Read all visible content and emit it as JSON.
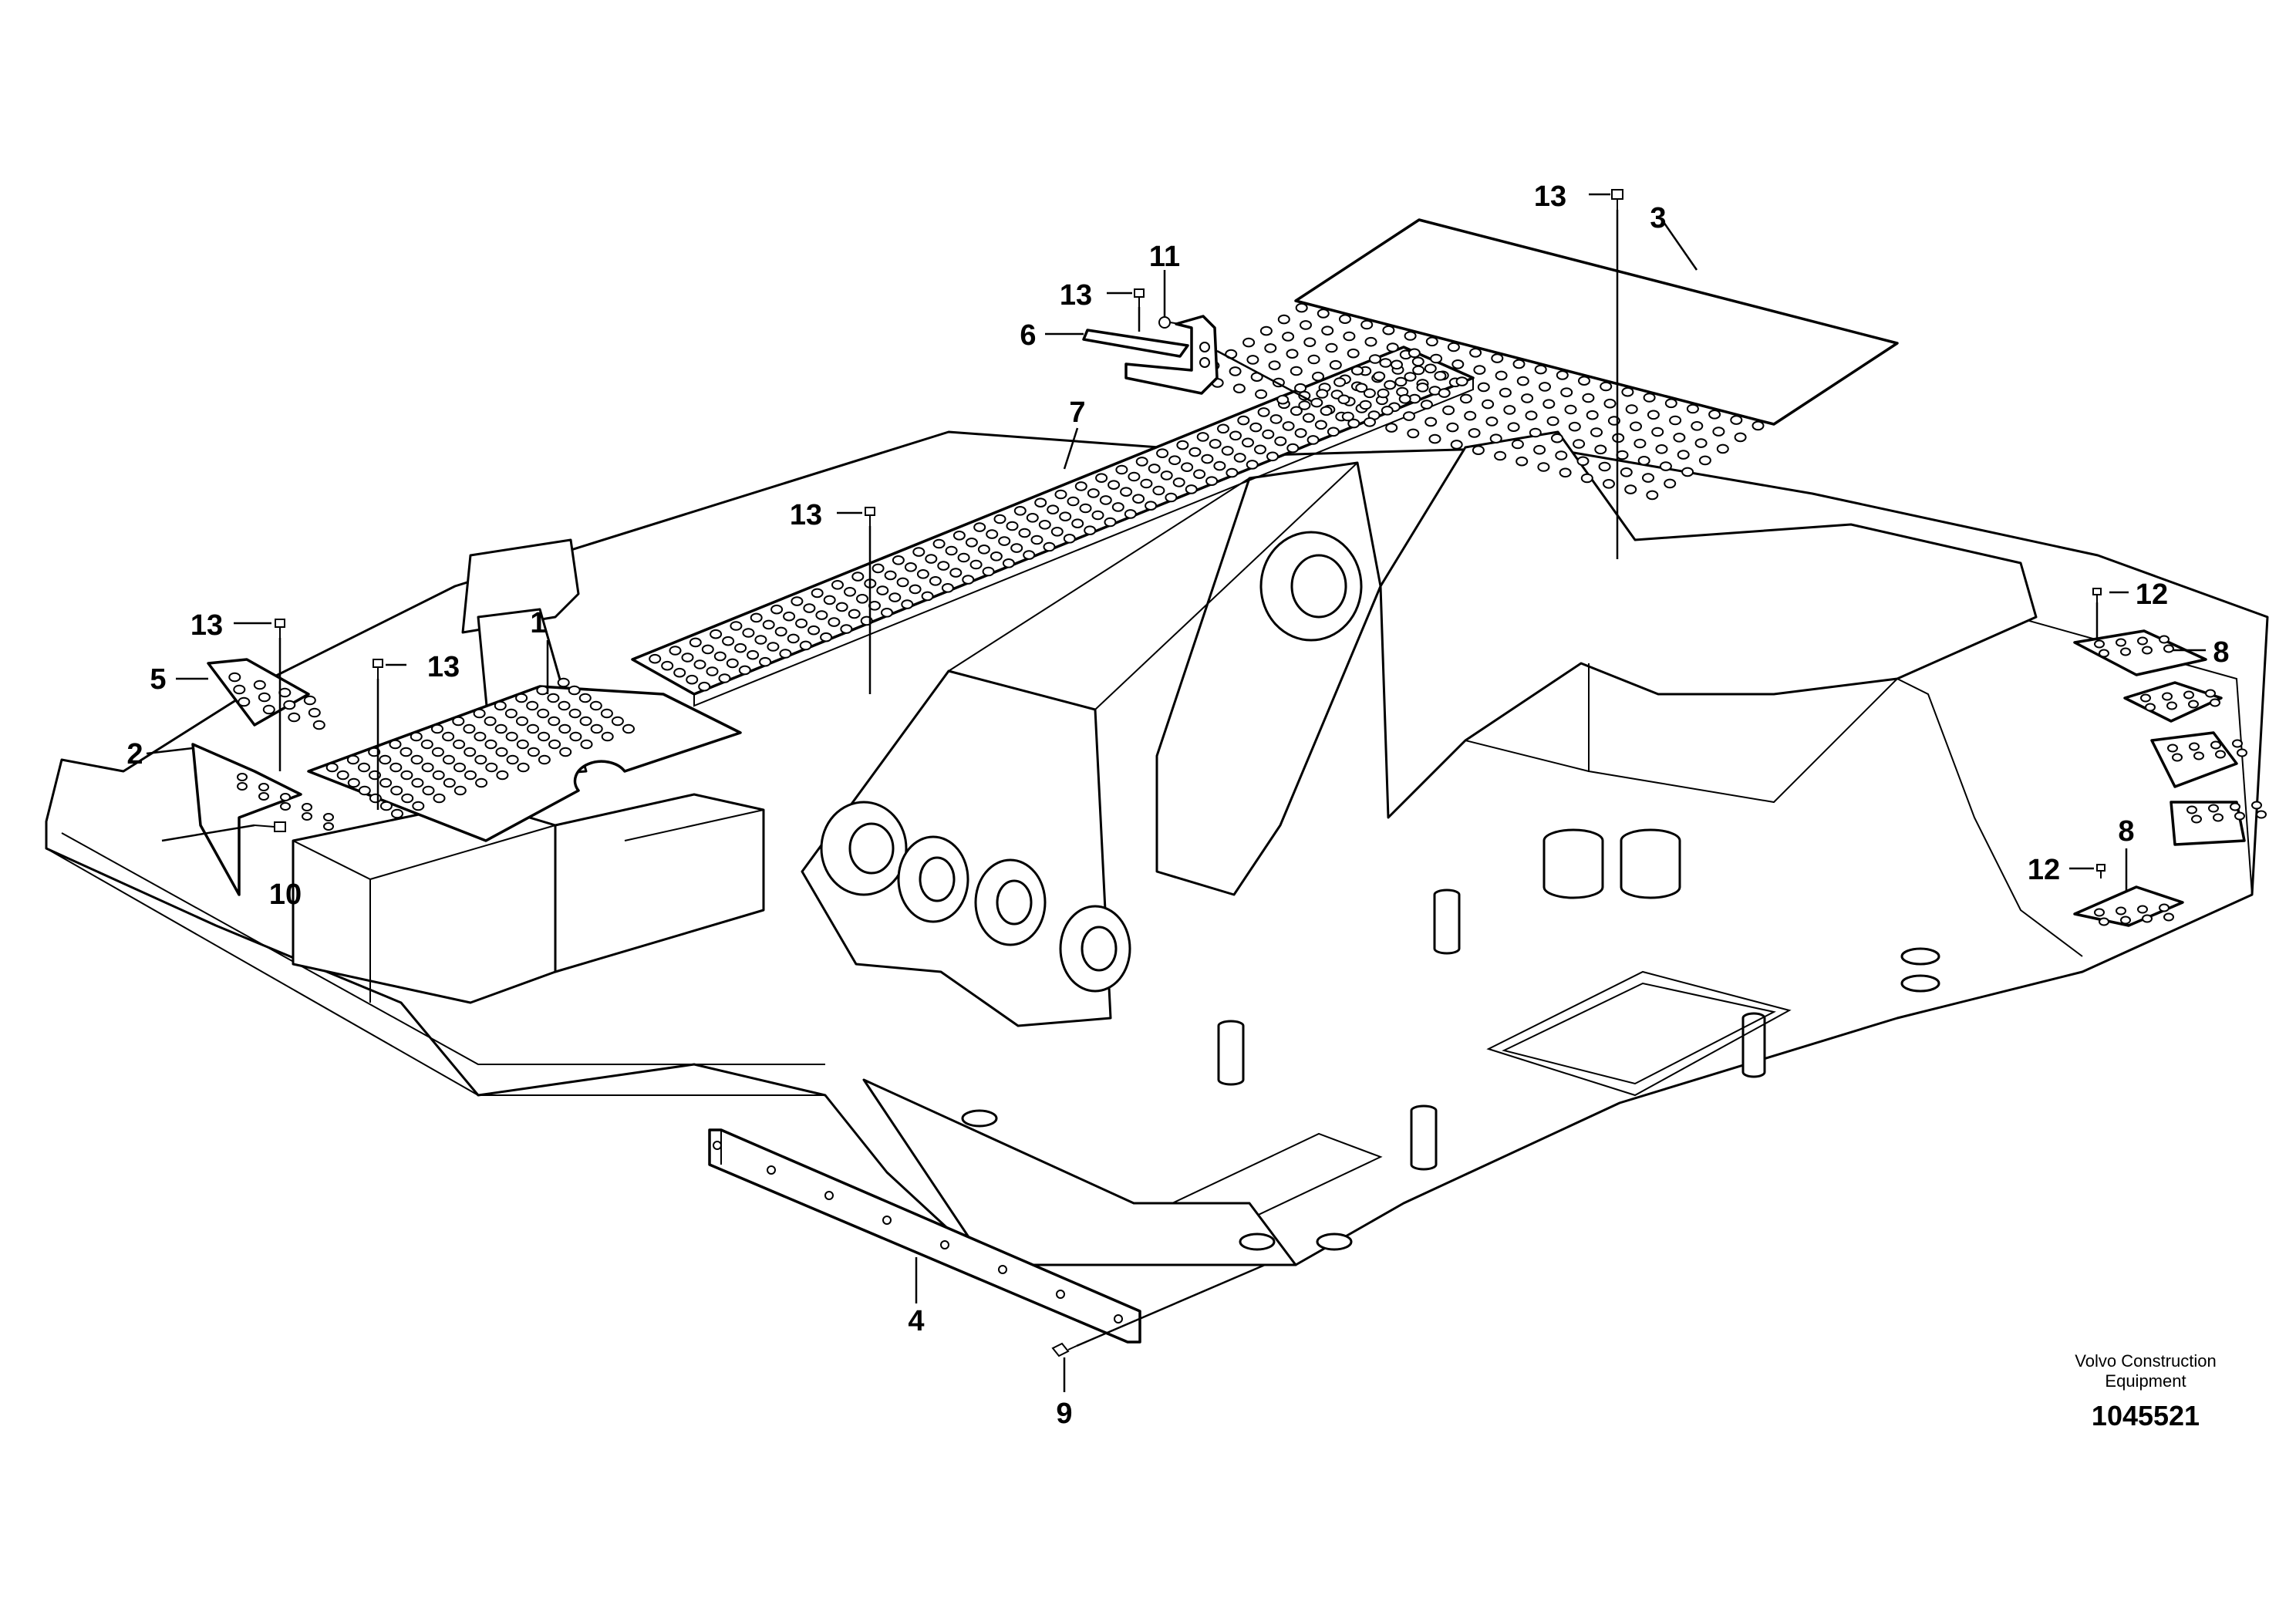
{
  "diagram": {
    "callouts": [
      "1",
      "2",
      "3",
      "4",
      "5",
      "6",
      "7",
      "8",
      "9",
      "10",
      "11",
      "12",
      "13"
    ],
    "brand_line1": "Volvo Construction",
    "brand_line2": "Equipment",
    "reference_number": "1045521"
  }
}
